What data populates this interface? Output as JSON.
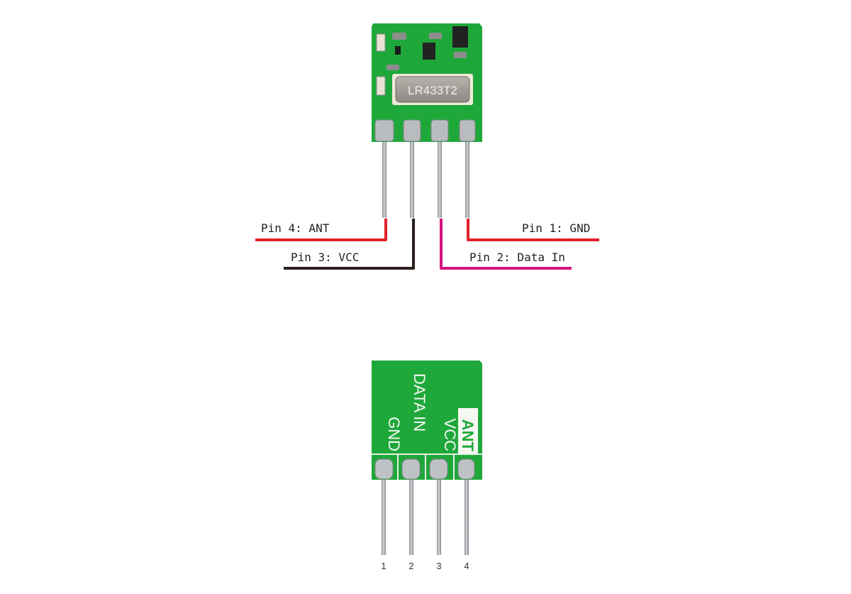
{
  "title": "LR433T2 RF module pinout",
  "front": {
    "crystal_marking": "LR433T2",
    "labels": {
      "pin4": "Pin 4: ANT",
      "pin3": "Pin 3: VCC",
      "pin2": "Pin 2: Data In",
      "pin1": "Pin 1: GND"
    }
  },
  "back": {
    "silkscreen": [
      "GND",
      "DATA IN",
      "VCC",
      "ANT"
    ],
    "pin_numbers": [
      "1",
      "2",
      "3",
      "4"
    ]
  },
  "colors": {
    "pcb": "#1fa83a",
    "ant_wire": "#e0212b",
    "vcc_wire": "#2a1f1c",
    "data_wire": "#d4127f",
    "gnd_wire": "#e0212b"
  }
}
